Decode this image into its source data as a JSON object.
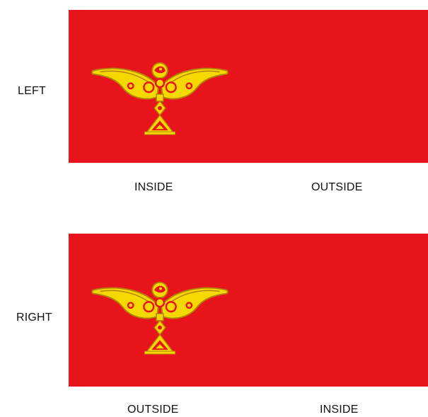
{
  "colors": {
    "flag_field": "#e8141c",
    "emblem": "#f5d800"
  },
  "emblem_icon": "winged-bird-emblem",
  "rows": [
    {
      "side_label": "LEFT",
      "caption_left": "INSIDE",
      "caption_right": "OUTSIDE"
    },
    {
      "side_label": "RIGHT",
      "caption_left": "OUTSIDE",
      "caption_right": "INSIDE"
    }
  ]
}
